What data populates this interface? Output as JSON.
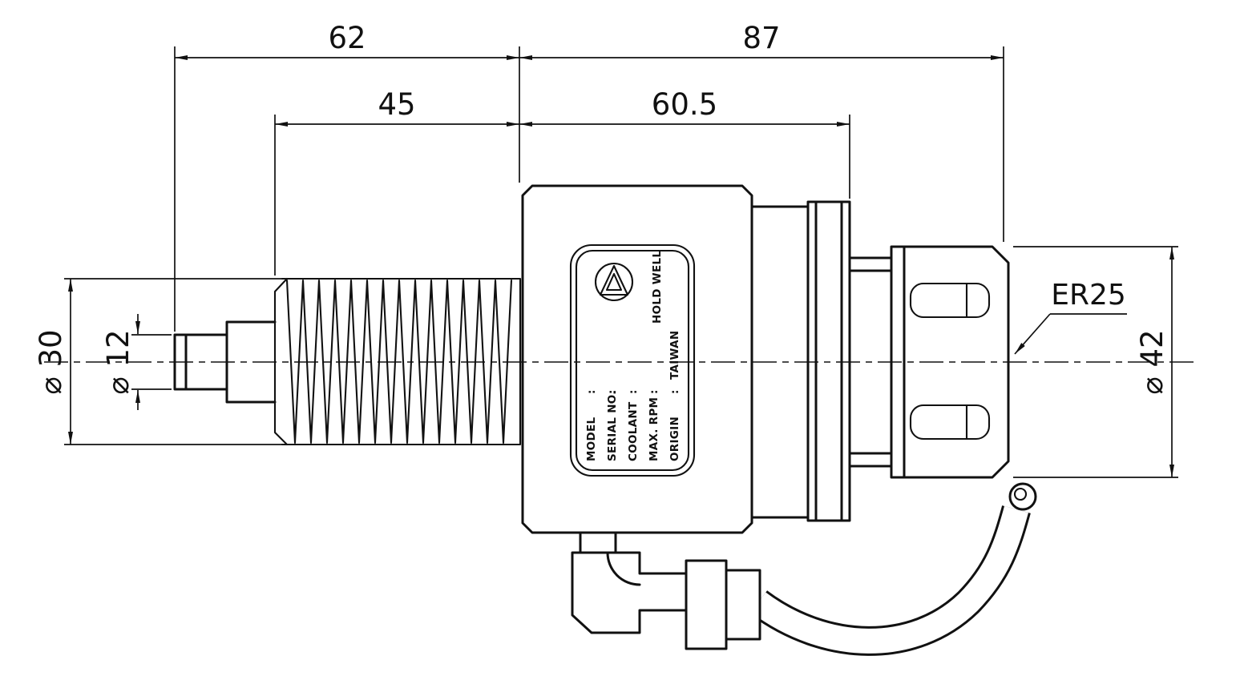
{
  "drawing": {
    "dims": {
      "len62": "62",
      "len87": "87",
      "len45": "45",
      "len605": "60.5",
      "dia30": "⌀ 30",
      "dia12": "⌀ 12",
      "dia42": "⌀ 42",
      "collet": "ER25"
    },
    "plate": {
      "brand": "HOLD WELL",
      "rows": [
        {
          "label": "MODEL",
          "sep": ":",
          "value": ""
        },
        {
          "label": "SERIAL NO.",
          "sep": ":",
          "value": ""
        },
        {
          "label": "COOLANT",
          "sep": ":",
          "value": ""
        },
        {
          "label": "MAX. RPM",
          "sep": ":",
          "value": ""
        },
        {
          "label": "ORIGIN",
          "sep": ":",
          "value": "TAIWAN"
        }
      ]
    },
    "colors": {
      "line": "#111111",
      "background": "#ffffff"
    }
  }
}
